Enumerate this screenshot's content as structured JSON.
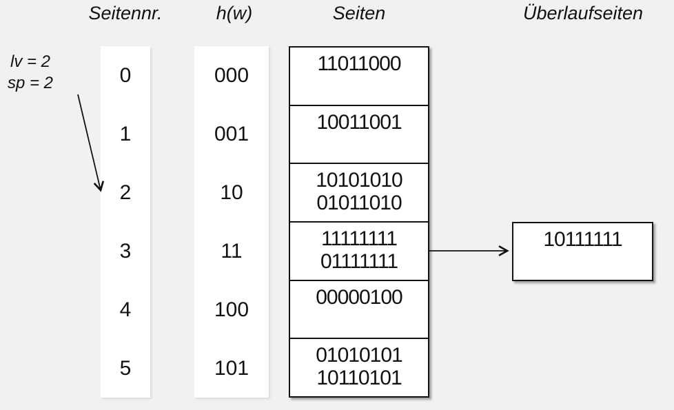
{
  "colors": {
    "background": "#f1f1ef",
    "surface": "#ffffff",
    "line": "#111111",
    "text": "#111111"
  },
  "headers": {
    "seitennr": "Seitennr.",
    "hash": "h(w)",
    "seiten": "Seiten",
    "ueberlauf": "Überlaufseiten"
  },
  "annotation": {
    "line1": "lv = 2",
    "line2": "sp = 2",
    "points_to_page": "2"
  },
  "table": {
    "rows": [
      {
        "nr": "0",
        "h": "000",
        "entries": [
          "11011000"
        ]
      },
      {
        "nr": "1",
        "h": "001",
        "entries": [
          "10011001"
        ]
      },
      {
        "nr": "2",
        "h": "10",
        "entries": [
          "10101010",
          "01011010"
        ]
      },
      {
        "nr": "3",
        "h": "11",
        "entries": [
          "11111111",
          "01111111"
        ]
      },
      {
        "nr": "4",
        "h": "100",
        "entries": [
          "00000100"
        ]
      },
      {
        "nr": "5",
        "h": "101",
        "entries": [
          "01010101",
          "10110101"
        ]
      }
    ]
  },
  "overflow": {
    "entries": [
      "10111111"
    ],
    "linked_from_page": "3"
  }
}
